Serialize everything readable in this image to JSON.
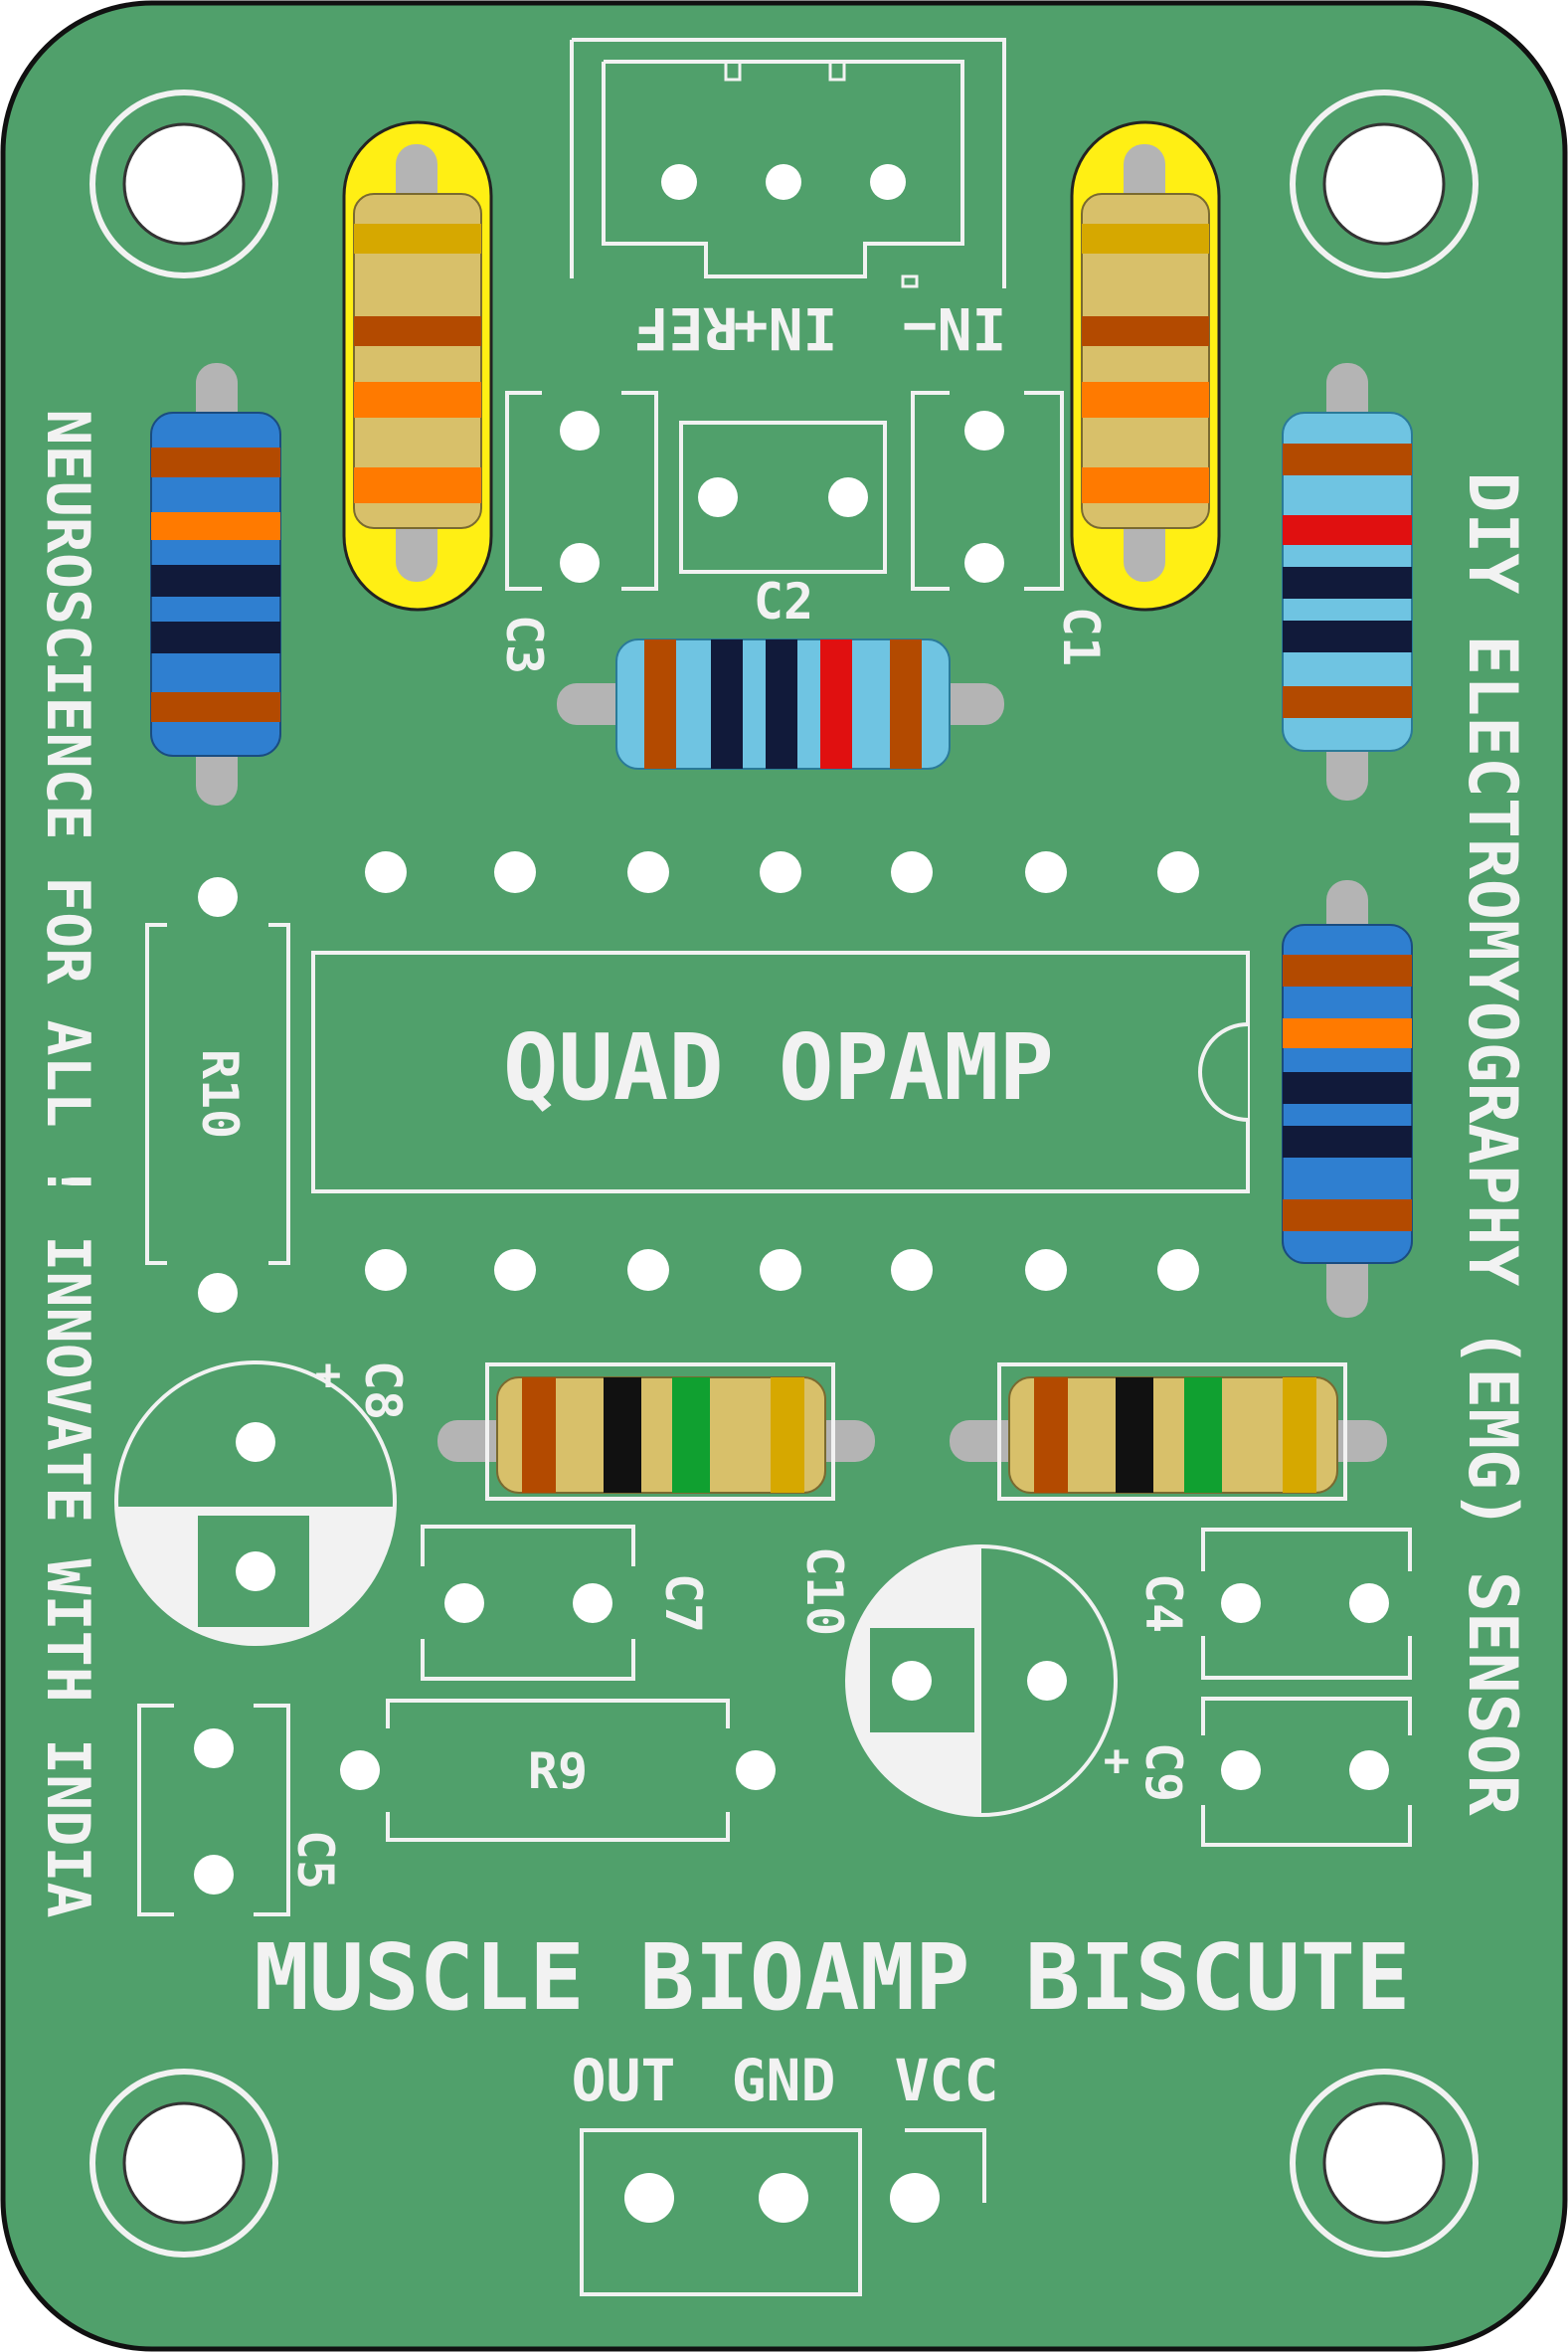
{
  "board": {
    "title": "MUSCLE BIOAMP BISCUTE",
    "side_text": "DIY ELECTROMYOGRAPHY (EMG) SENSOR",
    "left_text": "NEUROSCIENCE FOR ALL ! INNOVATE WITH INDIA",
    "ic_label": "QUAD OPAMP",
    "colors": {
      "board": "#50a06b",
      "outline": "#111111",
      "silk": "#f2f2f2",
      "highlight": "#ffef14",
      "lead": "#b4b4b4"
    }
  },
  "connectors": {
    "input_labels": [
      "REF",
      "IN+",
      "IN−"
    ],
    "output_labels": [
      "OUT",
      "GND",
      "VCC"
    ]
  },
  "designators": {
    "c1": "C1",
    "c2": "C2",
    "c3": "C3",
    "c4": "C4",
    "c5": "C5",
    "c7": "C7",
    "c8": "C8",
    "c9": "C9",
    "c10": "C10",
    "r9": "R9",
    "r10": "R10"
  },
  "polarity": {
    "c8_plus": "+",
    "c9_plus": "+"
  },
  "icons": {
    "mounting_holes": "mounting-hole-icon",
    "electrolytic": "electrolytic-capacitor-icon"
  }
}
